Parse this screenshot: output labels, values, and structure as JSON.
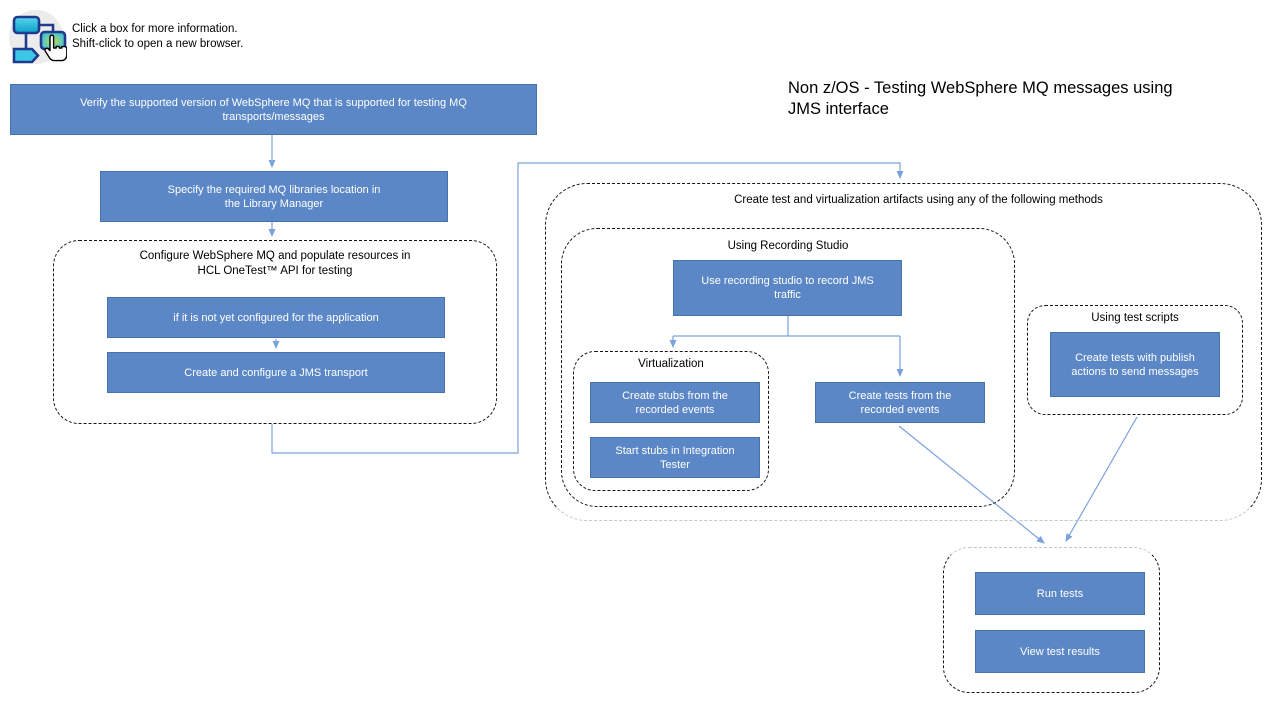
{
  "header": {
    "icon": "flowchart-map-icon",
    "instructions": "Click a box for more information.\nShift-click to open a new browser."
  },
  "title": "Non z/OS - Testing WebSphere MQ messages using\nJMS interface",
  "colors": {
    "node_fill": "#5b87c6",
    "node_border": "#4673ac",
    "node_text": "#ffffff",
    "connector": "#7ba2dc",
    "group_dash": "#141414",
    "group_dash_muted": "#c6c6c6"
  },
  "nodes": {
    "verify": "Verify the supported version of WebSphere MQ that is supported for testing MQ\ntransports/messages",
    "specify": "Specify the required MQ libraries location in\nthe Library Manager",
    "not_configured": "if it is not yet configured for the application",
    "create_transport": "Create and configure a JMS transport",
    "use_recording": "Use recording studio to record JMS\ntraffic",
    "create_stubs": "Create stubs from the\nrecorded events",
    "start_stubs": "Start stubs in Integration\nTester",
    "create_tests_recorded": "Create tests from the\nrecorded events",
    "create_tests_publish": "Create tests with publish\nactions to send messages",
    "run_tests": "Run tests",
    "view_results": "View test results"
  },
  "groups": {
    "configure": "Configure WebSphere MQ and populate resources in\nHCL OneTest™ API for testing",
    "create_artifacts": "Create test and virtualization artifacts using any of the following methods",
    "recording_studio": "Using Recording Studio",
    "virtualization": "Virtualization",
    "test_scripts": "Using test scripts"
  }
}
